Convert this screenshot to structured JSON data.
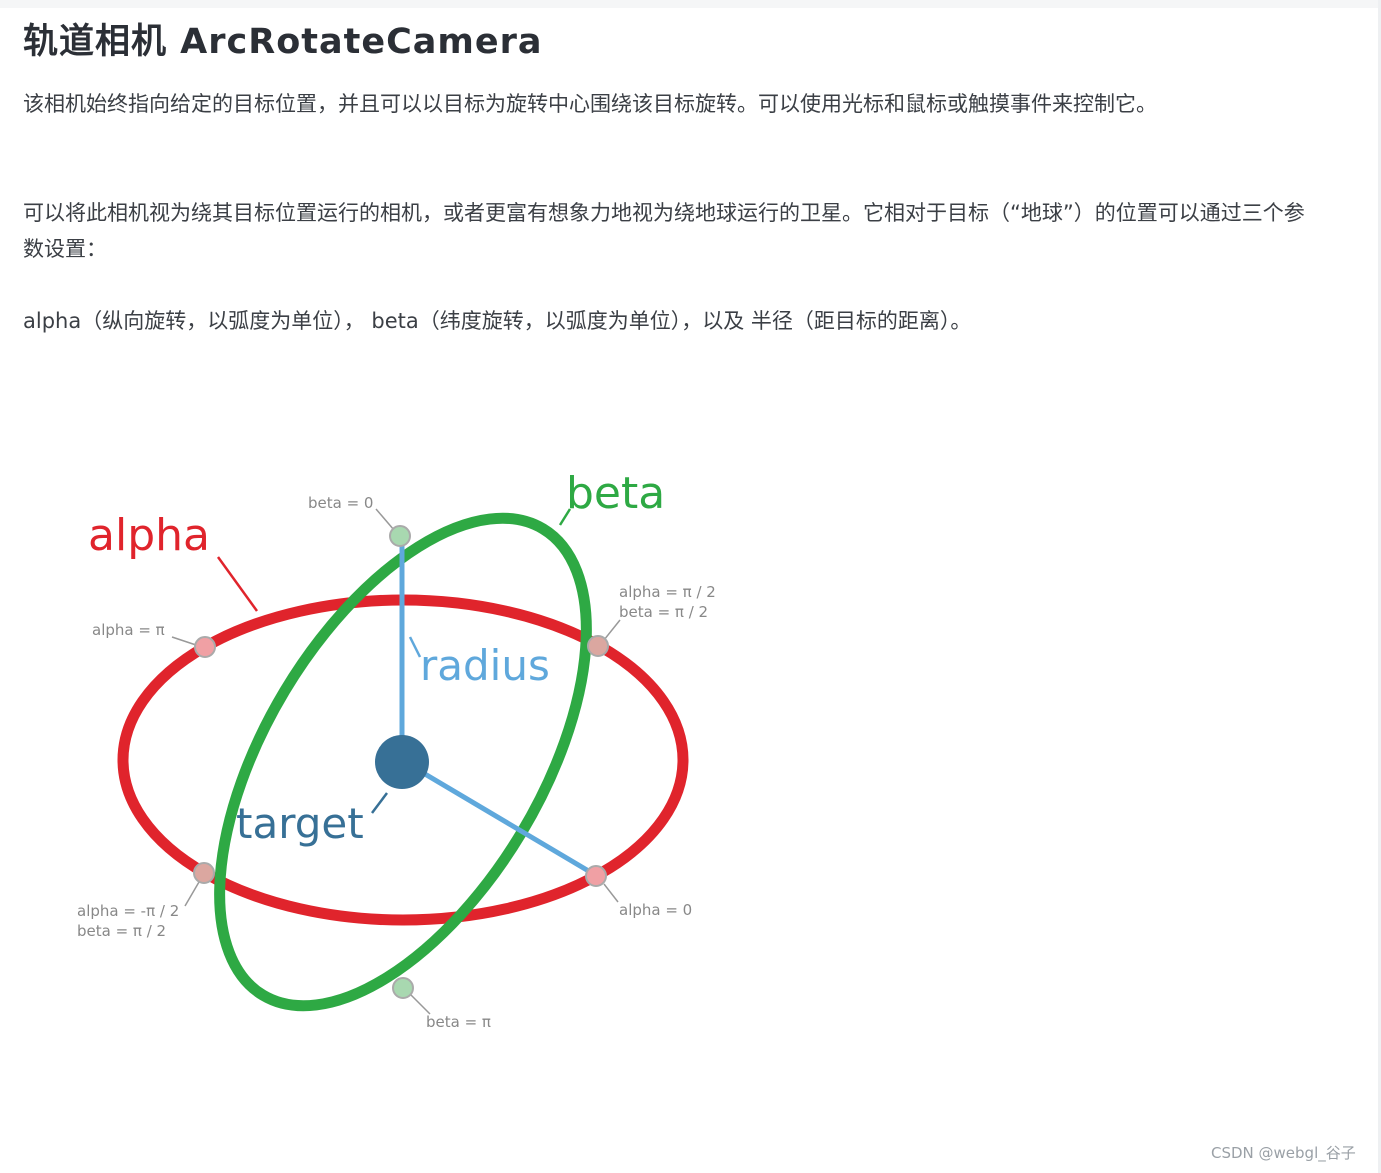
{
  "article": {
    "title": "轨道相机 ArcRotateCamera",
    "paragraphs": [
      "该相机始终指向给定的目标位置，并且可以以目标为旋转中心围绕该目标旋转。可以使用光标和鼠标或触摸事件来控制它。",
      "可以将此相机视为绕其目标位置运行的相机，或者更富有想象力地视为绕地球运行的卫星。它相对于目标（“地球”）的位置可以通过三个参数设置：",
      "alpha（纵向旋转，以弧度为单位）， beta（纬度旋转，以弧度为单位），以及 半径（距目标的距离）。"
    ]
  },
  "figure": {
    "labels": {
      "alpha": "alpha",
      "beta": "beta",
      "radius": "radius",
      "target": "target"
    },
    "points": {
      "beta_0": "beta = 0",
      "alpha_pi": "alpha = π",
      "alpha_pi2_line1": "alpha = π / 2",
      "alpha_pi2_line2": "beta = π / 2",
      "alpha_neg_pi2_line1": "alpha = -π / 2",
      "alpha_neg_pi2_line2": "beta = π / 2",
      "alpha_0": "alpha = 0",
      "beta_pi": "beta = π"
    },
    "colors": {
      "alpha_ring": "#e0242c",
      "beta_ring": "#2ea944",
      "radius": "#5fa8dc",
      "target": "#377096",
      "annotation": "#888888"
    }
  },
  "watermark": "CSDN @webgl_谷子"
}
